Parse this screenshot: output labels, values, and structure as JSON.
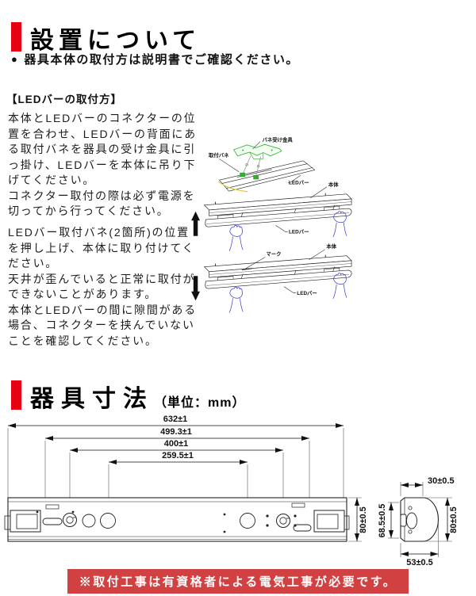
{
  "colors": {
    "accent_red": "#e60012",
    "banner_red": "#d24141",
    "diagram_green": "#2cb52c",
    "diagram_yellow": "#e0cc4a",
    "hand_blue": "#3b3bd1",
    "text_dark": "#1a1a1a"
  },
  "section_install": {
    "title": "設置について",
    "bullet": "●",
    "notice": "器具本体の取付方は説明書でご確認ください。",
    "subheading": "【LEDバーの取付方】",
    "paragraph1": [
      "本体とLEDバーのコネクターの位置を合わせ、LEDバーの背面にある取付バネを器具の受け金具に引っ掛け、LEDバーを本体に吊り下げてください。",
      "コネクター取付の際は必ず電源を切ってから行ってください。"
    ],
    "paragraph2": [
      "LEDバー取付バネ(2箇所)の位置を押し上げ、本体に取り付けてください。",
      "天井が歪んでいると正常に取付ができないことがあります。",
      "本体とLEDバーの間に隙間がある場合、コネクターを挟んでいないことを確認してください。"
    ]
  },
  "diagram": {
    "labels": {
      "spring_receiver": "バネ受け金具",
      "mounting_spring": "取付バネ",
      "led_bar": "LEDバー",
      "body": "本体",
      "mark": "マーク"
    }
  },
  "section_dimensions": {
    "title": "器具寸法",
    "unit_note": "（単位：mm）",
    "values": {
      "overall_length": "632±1",
      "pitch_a": "499.3±1",
      "pitch_b": "400±1",
      "pitch_c": "259.5±1",
      "height": "80±0.5",
      "side_depth_top": "30±0.5",
      "side_height_left": "68.5±0.5",
      "side_height_right": "80±0.5",
      "side_width_bottom": "53±0.5"
    }
  },
  "footer": {
    "warning": "※取付工事は有資格者による電気工事が必要です。"
  }
}
